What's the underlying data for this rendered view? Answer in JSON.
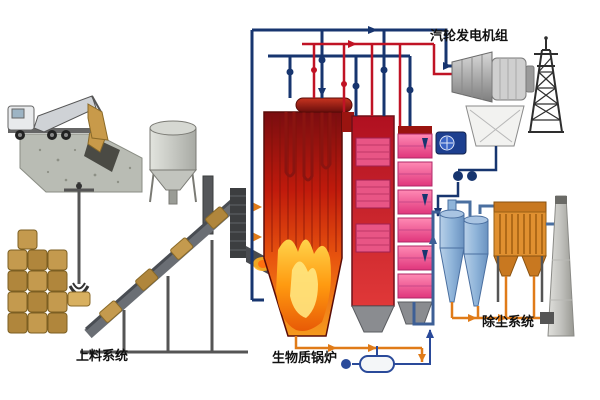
{
  "labels": {
    "turbine_unit": "汽轮发电机组",
    "dust_system": "除尘系统",
    "feeding_system": "上料系统",
    "biomass_boiler": "生物质锅炉"
  },
  "colors": {
    "steam": "#17356f",
    "hot": "#c01325",
    "ash": "#e07b18",
    "flue": "#3d5f96",
    "flame": "#ffc12a",
    "furnace": "#d42a10",
    "heat_bank": "#e85585",
    "cyclone": "#8fb4d9",
    "baghouse": "#e09030"
  },
  "equipment": [
    "dump-truck",
    "receiving-platform",
    "storage-silo",
    "bale-stack",
    "bale-grabber",
    "inclined-conveyor",
    "feed-chute",
    "furnace",
    "steam-drum",
    "second-pass",
    "back-pass",
    "steam-turbine",
    "generator",
    "condenser",
    "id-fan",
    "feed-pumps",
    "transmission-tower",
    "cyclone-separators",
    "bag-filter",
    "chimney",
    "ash-conveyor",
    "condensate-tank"
  ]
}
